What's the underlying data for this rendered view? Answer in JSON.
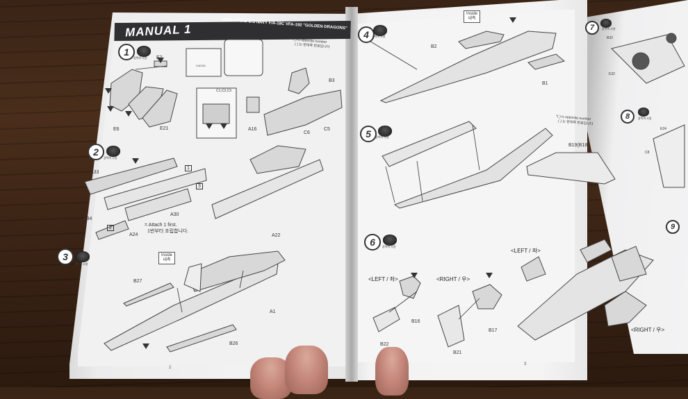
{
  "manual": {
    "title": "MANUAL 1",
    "kit_title": "12564 1/72nd U.S NAVY F/A-18C VFA-192 \"GOLDEN DRAGONS\"",
    "opposite_note_en": "*( ) is opposite number",
    "opposite_note_ko": "( ) 는 반대쪽 번호입니다",
    "page_left": "2",
    "page_right": "3"
  },
  "steps": [
    {
      "number": "1",
      "paint_label": "광택색 사용",
      "parts": [
        "E6",
        "E21",
        "E7",
        "A16",
        "C6",
        "C5",
        "B3"
      ],
      "sub_paint": "C1,C2,C3",
      "panel_paint": "C4/C40"
    },
    {
      "number": "2",
      "paint_label": "광택색 사용",
      "parts": [
        "A33",
        "A34",
        "A24",
        "A30"
      ],
      "callouts": [
        "1",
        "2",
        "3"
      ],
      "attach_en": "= Attach 1 first.",
      "attach_ko": "1번부터 조립합니다."
    },
    {
      "number": "3",
      "paint_label": "광택색 사용",
      "parts": [
        "B27",
        "B26",
        "A1",
        "A22"
      ],
      "inside_label_en": "Inside",
      "inside_label_ko": "내측"
    },
    {
      "number": "4",
      "paint_label": "광택색 사용",
      "parts": [
        "B2",
        "B1"
      ],
      "inside_label_en": "Inside",
      "inside_label_ko": "내측"
    },
    {
      "number": "5",
      "paint_label": "광택색 사용",
      "parts": [
        "B19(B18)"
      ]
    },
    {
      "number": "6",
      "paint_label": "광택색 사용",
      "parts": [
        "B16",
        "B22",
        "B17",
        "B21"
      ],
      "left_label": "<LEFT / 좌>",
      "right_label": "<RIGHT / 우>"
    },
    {
      "number": "7",
      "paint_label": "광택색 사용",
      "parts": [
        "B32",
        "E32"
      ]
    },
    {
      "number": "8",
      "paint_label": "광택색 사용",
      "parts": [
        "E24",
        "C8"
      ]
    },
    {
      "number": "9"
    }
  ],
  "colors": {
    "header": "#2f2f32",
    "paper": "#f2f2f3",
    "ink": "#333333",
    "wood": "#3a2416"
  }
}
